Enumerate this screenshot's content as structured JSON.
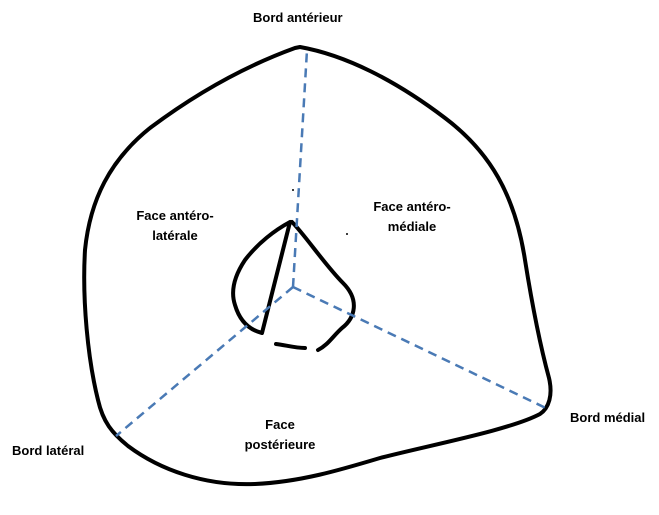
{
  "labels": {
    "bord_anterieur": "Bord antérieur",
    "face_antero_laterale_line1": "Face antéro-",
    "face_antero_laterale_line2": "latérale",
    "face_antero_mediale_line1": "Face antéro-",
    "face_antero_mediale_line2": "médiale",
    "face_posterieure_line1": "Face",
    "face_posterieure_line2": "postérieure",
    "bord_lateral": "Bord latéral",
    "bord_medial": "Bord médial"
  },
  "colors": {
    "outline": "#000000",
    "dashed": "#4a7ab5",
    "background": "#ffffff"
  }
}
